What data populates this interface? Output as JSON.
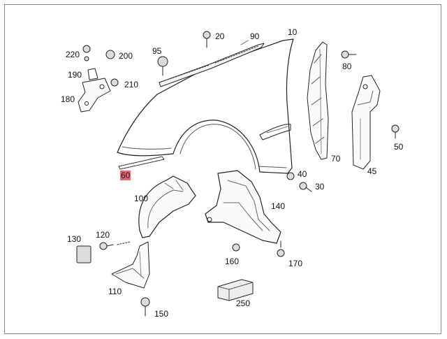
{
  "diagram": {
    "highlight_color": "#e8646f",
    "parts": [
      {
        "id": "p10",
        "label": "10",
        "highlighted": false
      },
      {
        "id": "p20",
        "label": "20",
        "highlighted": false
      },
      {
        "id": "p30",
        "label": "30",
        "highlighted": false
      },
      {
        "id": "p40",
        "label": "40",
        "highlighted": false
      },
      {
        "id": "p45",
        "label": "45",
        "highlighted": false
      },
      {
        "id": "p50",
        "label": "50",
        "highlighted": false
      },
      {
        "id": "p60",
        "label": "60",
        "highlighted": true
      },
      {
        "id": "p70",
        "label": "70",
        "highlighted": false
      },
      {
        "id": "p80",
        "label": "80",
        "highlighted": false
      },
      {
        "id": "p90",
        "label": "90",
        "highlighted": false
      },
      {
        "id": "p95",
        "label": "95",
        "highlighted": false
      },
      {
        "id": "p100",
        "label": "100",
        "highlighted": false
      },
      {
        "id": "p110",
        "label": "110",
        "highlighted": false
      },
      {
        "id": "p120",
        "label": "120",
        "highlighted": false
      },
      {
        "id": "p130",
        "label": "130",
        "highlighted": false
      },
      {
        "id": "p140",
        "label": "140",
        "highlighted": false
      },
      {
        "id": "p150",
        "label": "150",
        "highlighted": false
      },
      {
        "id": "p160",
        "label": "160",
        "highlighted": false
      },
      {
        "id": "p170",
        "label": "170",
        "highlighted": false
      },
      {
        "id": "p180",
        "label": "180",
        "highlighted": false
      },
      {
        "id": "p190",
        "label": "190",
        "highlighted": false
      },
      {
        "id": "p200",
        "label": "200",
        "highlighted": false
      },
      {
        "id": "p210",
        "label": "210",
        "highlighted": false
      },
      {
        "id": "p220",
        "label": "220",
        "highlighted": false
      },
      {
        "id": "p250",
        "label": "250",
        "highlighted": false
      }
    ]
  }
}
